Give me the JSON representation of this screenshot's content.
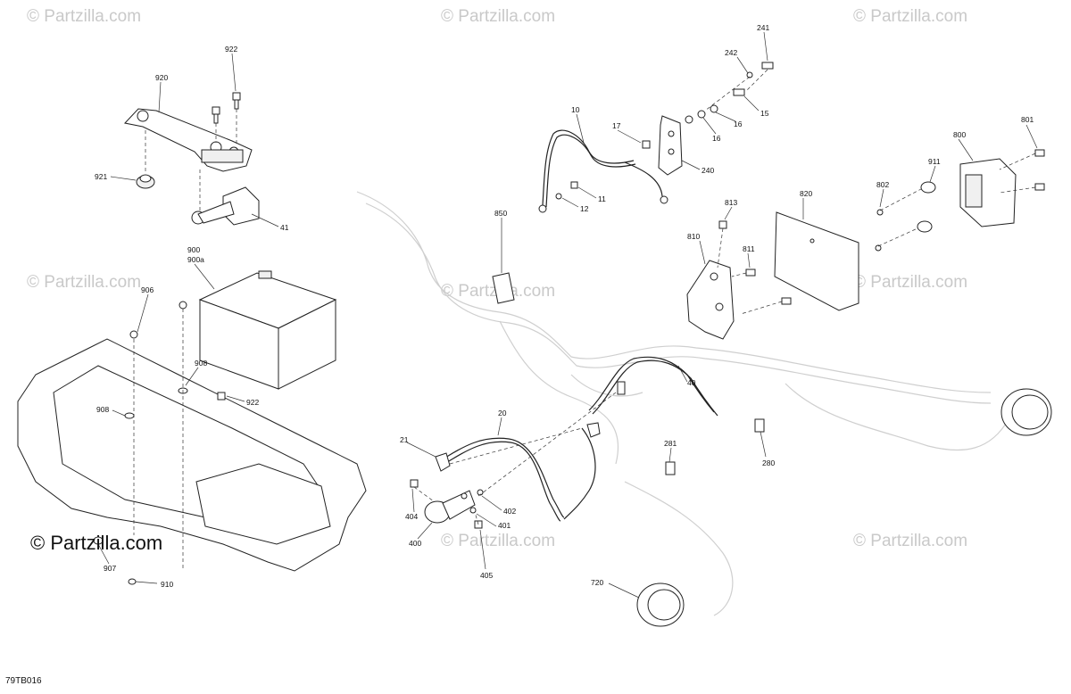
{
  "watermark_text": "© Partzilla.com",
  "watermarks": [
    "© Partzilla.com",
    "© Partzilla.com",
    "© Partzilla.com",
    "© Partzilla.com",
    "© Partzilla.com",
    "© Partzilla.com",
    "© Partzilla.com",
    "© Partzilla.com"
  ],
  "brand_text": "© Partzilla.com",
  "diagram_code": "79TB016",
  "callouts": [
    "920",
    "922",
    "921",
    "41",
    "10",
    "17",
    "11",
    "12",
    "240",
    "241",
    "242",
    "15",
    "16",
    "16",
    "801",
    "800",
    "911",
    "802",
    "820",
    "850",
    "813",
    "810",
    "811",
    "900",
    "900a",
    "906",
    "908",
    "922",
    "908",
    "40",
    "20",
    "21",
    "404",
    "402",
    "401",
    "400",
    "405",
    "281",
    "280",
    "720",
    "907",
    "910"
  ]
}
